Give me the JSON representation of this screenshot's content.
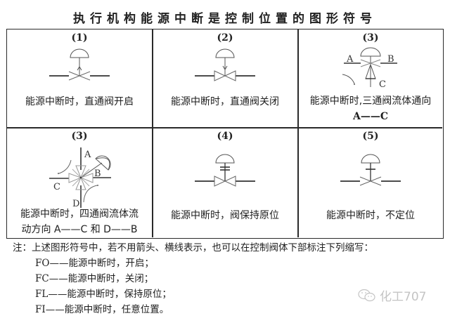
{
  "title": "执行机构能源中断是控制位置的图形符号",
  "colors": {
    "line": "#2a2a2a",
    "symbol_stroke": "#555555",
    "text": "#1e1e1e",
    "watermark": "#c4c4c4"
  },
  "cells": [
    {
      "number": "(1)",
      "symbol": "two-way-valve-fail-open",
      "caption_lines": [
        "能源中断时，直通阀开启"
      ]
    },
    {
      "number": "(2)",
      "symbol": "two-way-valve-fail-closed",
      "caption_lines": [
        "能源中断时，直通阀关闭"
      ]
    },
    {
      "number": "(3)",
      "symbol": "three-way-valve-A-to-C",
      "labels": [
        "A",
        "B",
        "C"
      ],
      "caption_lines": [
        "能源中断时,三通阀流体通向",
        "A——C"
      ]
    },
    {
      "number": "(3)",
      "symbol": "four-way-valve-A-to-C-D-to-B",
      "labels": [
        "A",
        "B",
        "C",
        "D"
      ],
      "caption_lines": [
        "能源中断时，四通阀流体流",
        "动方向 A——C 和 D——B"
      ]
    },
    {
      "number": "(4)",
      "symbol": "valve-fail-last-position",
      "caption_lines": [
        "能源中断时，阀保持原位"
      ]
    },
    {
      "number": "(5)",
      "symbol": "valve-fail-indeterminate",
      "caption_lines": [
        "能源中断时，不定位"
      ]
    }
  ],
  "notes": {
    "heading": "注：上述图形符号中，若不用箭头、横线表示，也可以在控制阀体下部标注下列缩写：",
    "items": [
      {
        "code": "FO",
        "text": "——能源中断时，开启；"
      },
      {
        "code": "FC",
        "text": "——能源中断时，关闭；"
      },
      {
        "code": "FL",
        "text": "——能源中断时，保持原位；"
      },
      {
        "code": "FI",
        "text": "——能源中断时，任意位置。"
      }
    ]
  },
  "watermark": {
    "icon": "wechat-icon",
    "text": "化工707"
  }
}
